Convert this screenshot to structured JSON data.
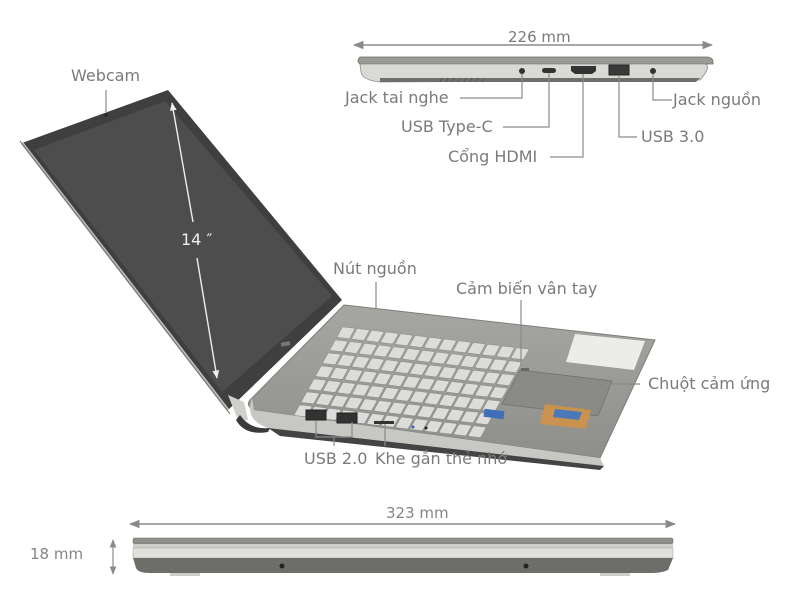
{
  "diagram": {
    "subject": "Laptop 14-inch specification diagram",
    "colors": {
      "label_text": "#7a7a7a",
      "leader_line": "#8a8a8a",
      "body_silver": "#9b9b98",
      "screen_dark": "#4a4a4a",
      "key_silver": "#d8d8d6",
      "background": "#ffffff"
    },
    "side_view": {
      "width_label": "226 mm",
      "ports": [
        {
          "label": "Jack tai nghe"
        },
        {
          "label": "USB Type-C"
        },
        {
          "label": "Cổng HDMI"
        },
        {
          "label": "USB 3.0"
        },
        {
          "label": "Jack nguồn"
        }
      ]
    },
    "main_view": {
      "webcam_label": "Webcam",
      "screen_size_label": "14 ″",
      "power_button_label": "Nút nguồn",
      "fingerprint_label": "Cảm biến vân tay",
      "touchpad_label": "Chuột cảm ứng",
      "usb2_label": "USB 2.0",
      "card_slot_label": "Khe gắn thẻ nhớ"
    },
    "front_view": {
      "width_label": "323 mm",
      "thickness_label": "18 mm"
    }
  }
}
